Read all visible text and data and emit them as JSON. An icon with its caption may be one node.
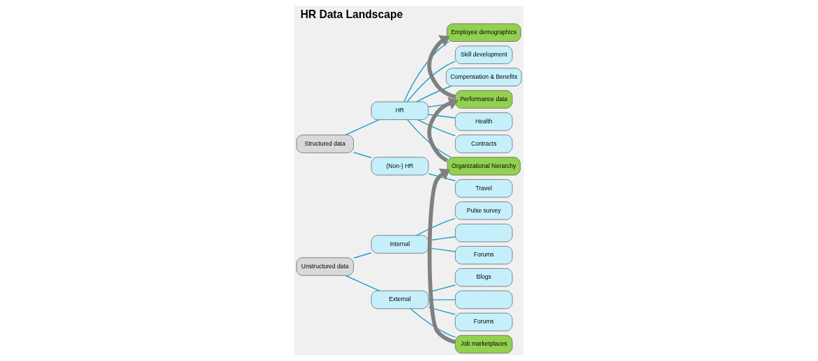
{
  "diagram": {
    "title": "HR Data Landscape",
    "nodes": [
      {
        "text": [
          "Structured data"
        ]
      },
      {
        "text": [
          "HR"
        ]
      },
      {
        "text": [
          "(Non-) HR"
        ]
      },
      {
        "text": [
          "Employee demographics"
        ]
      },
      {
        "text": [
          "Skill development"
        ]
      },
      {
        "text": [
          "Compensation & Benefits"
        ]
      },
      {
        "text": [
          "Performance data"
        ]
      },
      {
        "text": [
          "Health"
        ]
      },
      {
        "text": [
          "Contracts"
        ]
      },
      {
        "text": [
          "Organizational hierarchy"
        ]
      },
      {
        "text": [
          "Travel"
        ]
      },
      {
        "text": [
          "Unstructured data"
        ]
      },
      {
        "text": [
          "Internal"
        ]
      },
      {
        "text": [
          "External"
        ]
      },
      {
        "text": [
          "Pulse survey"
        ]
      },
      {
        "text": [],
        "shape": "box"
      },
      {
        "text": [
          "Forums"
        ]
      },
      {
        "text": [
          "Blogs"
        ]
      },
      {
        "text": [],
        "shape": "box"
      },
      {
        "text": [
          "Forums"
        ]
      },
      {
        "text": [
          "Job marketplaces"
        ]
      }
    ],
    "edges": [
      {
        "from": 0,
        "to": 1,
        "arrow": "none"
      },
      {
        "from": 0,
        "to": 2,
        "arrow": "none"
      },
      {
        "from": 1,
        "to": 3,
        "arrow": "none"
      },
      {
        "from": 1,
        "to": 4,
        "arrow": "none"
      },
      {
        "from": 1,
        "to": 5,
        "arrow": "none"
      },
      {
        "from": 1,
        "to": 6,
        "arrow": "none"
      },
      {
        "from": 1,
        "to": 7,
        "arrow": "none"
      },
      {
        "from": 1,
        "to": 8,
        "arrow": "none"
      },
      {
        "from": 1,
        "to": 9,
        "arrow": "none"
      },
      {
        "from": 2,
        "to": 10,
        "arrow": "none"
      },
      {
        "from": 11,
        "to": 12,
        "arrow": "none"
      },
      {
        "from": 11,
        "to": 13,
        "arrow": "none"
      },
      {
        "from": 12,
        "to": 14,
        "arrow": "none"
      },
      {
        "from": 12,
        "to": 15,
        "arrow": "none"
      },
      {
        "from": 12,
        "to": 16,
        "arrow": "none"
      },
      {
        "from": 13,
        "to": 17,
        "arrow": "none"
      },
      {
        "from": 13,
        "to": 18,
        "arrow": "none"
      },
      {
        "from": 13,
        "to": 19,
        "arrow": "none"
      },
      {
        "from": 13,
        "to": 20,
        "arrow": "none"
      },
      {
        "from": 6,
        "to": 3,
        "arrow": "to",
        "style": "thick",
        "color": "#808080"
      },
      {
        "from": 9,
        "to": 6,
        "arrow": "to",
        "style": "thick",
        "color": "#808080"
      },
      {
        "from": 20,
        "to": 9,
        "arrow": "to",
        "style": "thick",
        "color": "#808080"
      }
    ]
  }
}
